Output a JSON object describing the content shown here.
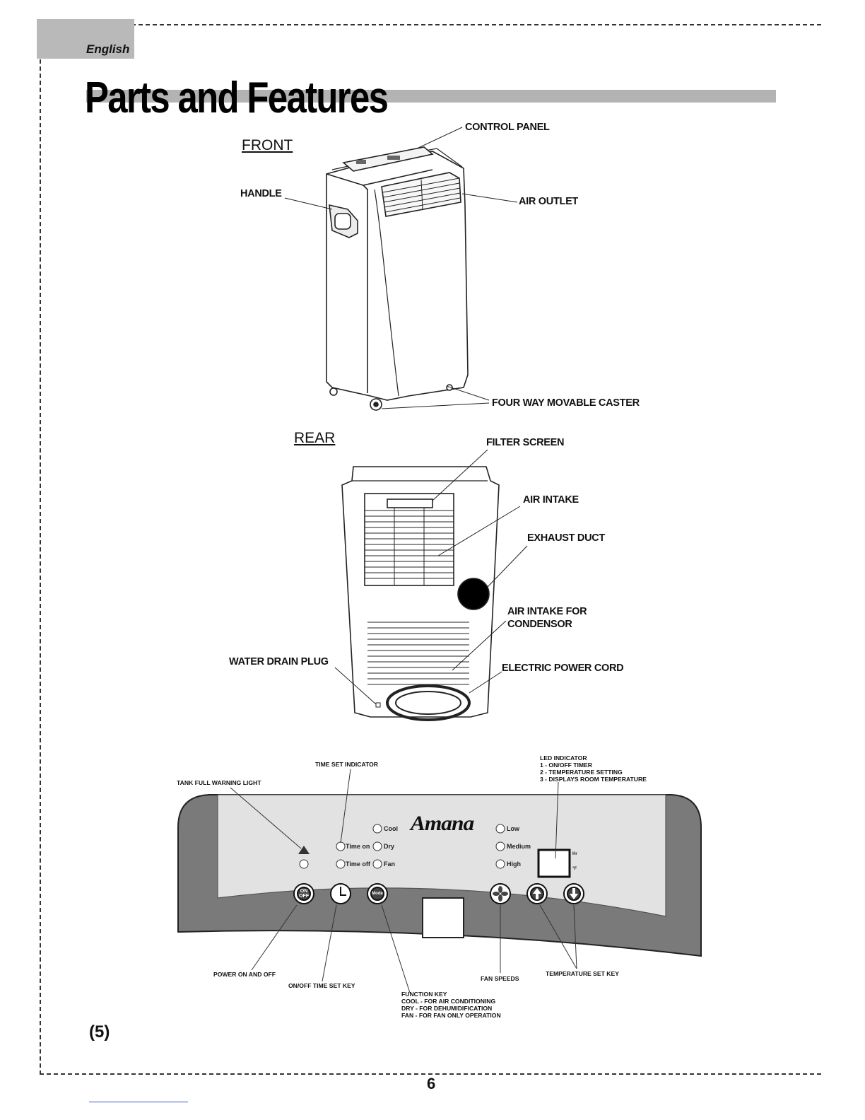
{
  "header": {
    "language": "English",
    "title": "Parts and Features"
  },
  "front": {
    "heading": "FRONT",
    "labels": {
      "control_panel": "CONTROL PANEL",
      "handle": "HANDLE",
      "air_outlet": "AIR OUTLET",
      "caster": "FOUR WAY MOVABLE CASTER"
    }
  },
  "rear": {
    "heading": "REAR",
    "labels": {
      "filter_screen": "FILTER SCREEN",
      "air_intake": "AIR INTAKE",
      "exhaust_duct": "EXHAUST DUCT",
      "condensor_line1": "AIR INTAKE FOR",
      "condensor_line2": "CONDENSOR",
      "water_drain": "WATER DRAIN PLUG",
      "power_cord": "ELECTRIC POWER CORD"
    }
  },
  "panel": {
    "brand": "Amana",
    "labels": {
      "time_set_indicator": "TIME SET INDICATOR",
      "tank_full": "TANK FULL WARNING LIGHT",
      "led_line1": "LED INDICATOR",
      "led_line2": "1 - ON/OFF TIMER",
      "led_line3": "2 - TEMPERATURE SETTING",
      "led_line4": "3 - DISPLAYS ROOM TEMPERATURE",
      "power": "POWER ON AND OFF",
      "timer_key": "ON/OFF TIME SET KEY",
      "fan_speeds": "FAN SPEEDS",
      "temp_key": "TEMPERATURE SET KEY",
      "func_line1": "FUNCTION KEY",
      "func_line2": "COOL - FOR AIR CONDITIONING",
      "func_line3": "DRY - FOR DEHUMIDIFICATION",
      "func_line4": "FAN - FOR FAN ONLY OPERATION"
    },
    "indicators": {
      "cool": "Cool",
      "dry": "Dry",
      "fan": "Fan",
      "time_on": "Time on",
      "time_off": "Time off",
      "low": "Low",
      "medium": "Medium",
      "high": "High",
      "unit_hr": "Hr",
      "unit_f": "°F"
    },
    "keys": {
      "on_off": "ON OFF",
      "mode": "Mode"
    }
  },
  "footer": {
    "section_number": "(5)",
    "page_number": "6"
  }
}
